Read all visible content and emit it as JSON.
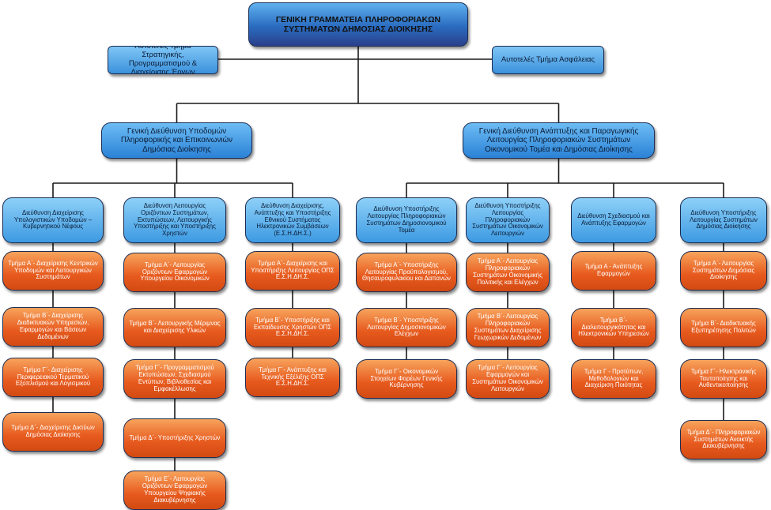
{
  "top": {
    "label": "ΓΕΝΙΚΗ ΓΡΑΜΜΑΤΕΙΑ ΠΛΗΡΟΦΟΡΙΑΚΩΝ ΣΥΣΤΗΜΑΤΩΝ ΔΗΜΟΣΙΑΣ ΔΙΟΙΚΗΣΗΣ"
  },
  "side_units": [
    {
      "label": "Αυτοτελές Τμήμα Στρατηγικής, Προγραμματισμού & Διαχείρισης Έργων"
    },
    {
      "label": "Αυτοτελές Τμήμα Ασφάλειας"
    }
  ],
  "general_directorates": [
    {
      "label": "Γενική Διεύθυνση Υποδομών Πληροφορικής και Επικοινωνιών Δημόσιας Διοίκησης",
      "directorates": [
        {
          "label": "Διεύθυνση Διαχείρισης Υπολογιστικών Υποδομών – Κυβερνητικού Νέφους",
          "departments": [
            "Τμήμα Α΄- Διαχείρισης Κεντρικών Υποδομών και Λειτουργικών Συστημάτων",
            "Τμήμα Β΄- Διαχείρισης Διαδικτυακών Υπηρεσιών, Εφαρμογών και Βάσεων Δεδομένων",
            "Τμήμα Γ΄- Διαχείρισης Περιφερειακού Τερματικού Εξοπλισμού και Λογισμικού",
            "Τμήμα Δ΄- Διαχείρισης Δικτύων Δημόσιας Διοίκησης"
          ]
        },
        {
          "label": "Διεύθυνση Λειτουργίας Οριζόντιων Συστημάτων, Εκτυπώσεων, Λειτουργικής Υποστήριξης και Υποστήριξης Χρηστών",
          "departments": [
            "Τμήμα Α΄- Λειτουργίας Οριζόντιων Εφαρμογών Υπουργείου Οικονομικών",
            "Τμήμα Β΄- Λειτουργικής Μέριμνας και Διαχείρισης Υλικών",
            "Τμήμα Γ΄- Προγραμματισμού Εκτυπώσεων, Σχεδιασμού Εντύπων, Βιβλιοθεσίας και Εμφακέλλωσης",
            "Τμήμα Δ΄- Υποστήριξης Χρηστών",
            "Τμήμα Ε΄- Λειτουργίας Οριζόντιων Εφαρμογών Υπουργείου Ψηφιακής Διακυβέρνησης"
          ]
        },
        {
          "label": "Διεύθυνση Διαχείρισης, Ανάπτυξης και Υποστήριξης Εθνικού Συστήματος Ηλεκτρονικών Συμβάσεων (Ε.Σ.Η.ΔΗ.Σ.)",
          "departments": [
            "Τμήμα Α΄- Διαχείρισης και Υποστήριξης Λειτουργίας ΟΠΣ Ε.Σ.Η.ΔΗ.Σ.",
            "Τμήμα Β΄- Υποστήριξης και Εκπαίδευσης Χρηστών ΟΠΣ Ε.Σ.Η.ΔΗ.Σ.",
            "Τμήμα Γ΄- Ανάπτυξης και Τεχνικής Εξέλιξης ΟΠΣ Ε.Σ.Η.ΔΗ.Σ."
          ]
        }
      ]
    },
    {
      "label": "Γενική Διεύθυνση Ανάπτυξης και Παραγωγικής Λειτουργίας Πληροφοριακών Συστημάτων Οικονομικού Τομέα και Δημόσιας Διοίκησης",
      "directorates": [
        {
          "label": "Διεύθυνση Υποστήριξης Λειτουργίας Πληροφοριακών Συστημάτων Δημοσιονομικού Τομέα",
          "departments": [
            "Τμήμα Α΄- Υποστήριξης Λειτουργίας Προϋπολογισμού, Θησαυροφυλακίου και Δαπανών",
            "Τμήμα Β΄- Υποστήριξης Λειτουργίας Δημοσιονομικών Ελέγχων",
            "Τμήμα Γ΄- Οικονομικών Στοιχείων Φορέων Γενικής Κυβέρνησης"
          ]
        },
        {
          "label": "Διεύθυνση Υποστήριξης Λειτουργίας Πληροφοριακών Συστημάτων Οικονομικών Λειτουργιών",
          "departments": [
            "Τμήμα Α΄- Λειτουργίας Πληροφοριακών Συστημάτων Οικονομικής Πολιτικής και Ελέγχων",
            "Τμήμα Β΄- Λειτουργίας Πληροφοριακών Συστημάτων Διαχείρισης Γεωχωρικών Δεδομένων",
            "Τμήμα Γ΄- Λειτουργίας Εφαρμογών και Συστημάτων Οικονομικών Λειτουργιών"
          ]
        },
        {
          "label": "Διεύθυνση Σχεδιασμού και Ανάπτυξης Εφαρμογών",
          "departments": [
            "Τμήμα Α - Ανάπτυξης Εφαρμογών",
            "Τμήμα Β΄- Διαλειτουργικότητας και Ηλεκτρονικών Υπηρεσιών",
            "Τμήμα Γ - Προτύπων, Μεθοδολογιών και Διαχείριση Ποιότητας"
          ]
        },
        {
          "label": "Διεύθυνση Υποστήριξης Λειτουργίας Συστημάτων Δημόσιας Διοίκησης",
          "departments": [
            "Τμήμα Α΄- Λειτουργίας Συστημάτων Δημόσιας Διοίκησης",
            "Τμήμα Β΄- Διαδικτυακής Εξυπηρέτησης Πολιτών",
            "Τμήμα Γ΄- Ηλεκτρονικής Ταυτοποίησης και Αυθεντικοποίησης",
            "Τμήμα Δ΄- Πληροφοριακών Συστημάτων Ανοικτής Διακυβέρνησης"
          ]
        }
      ]
    }
  ]
}
